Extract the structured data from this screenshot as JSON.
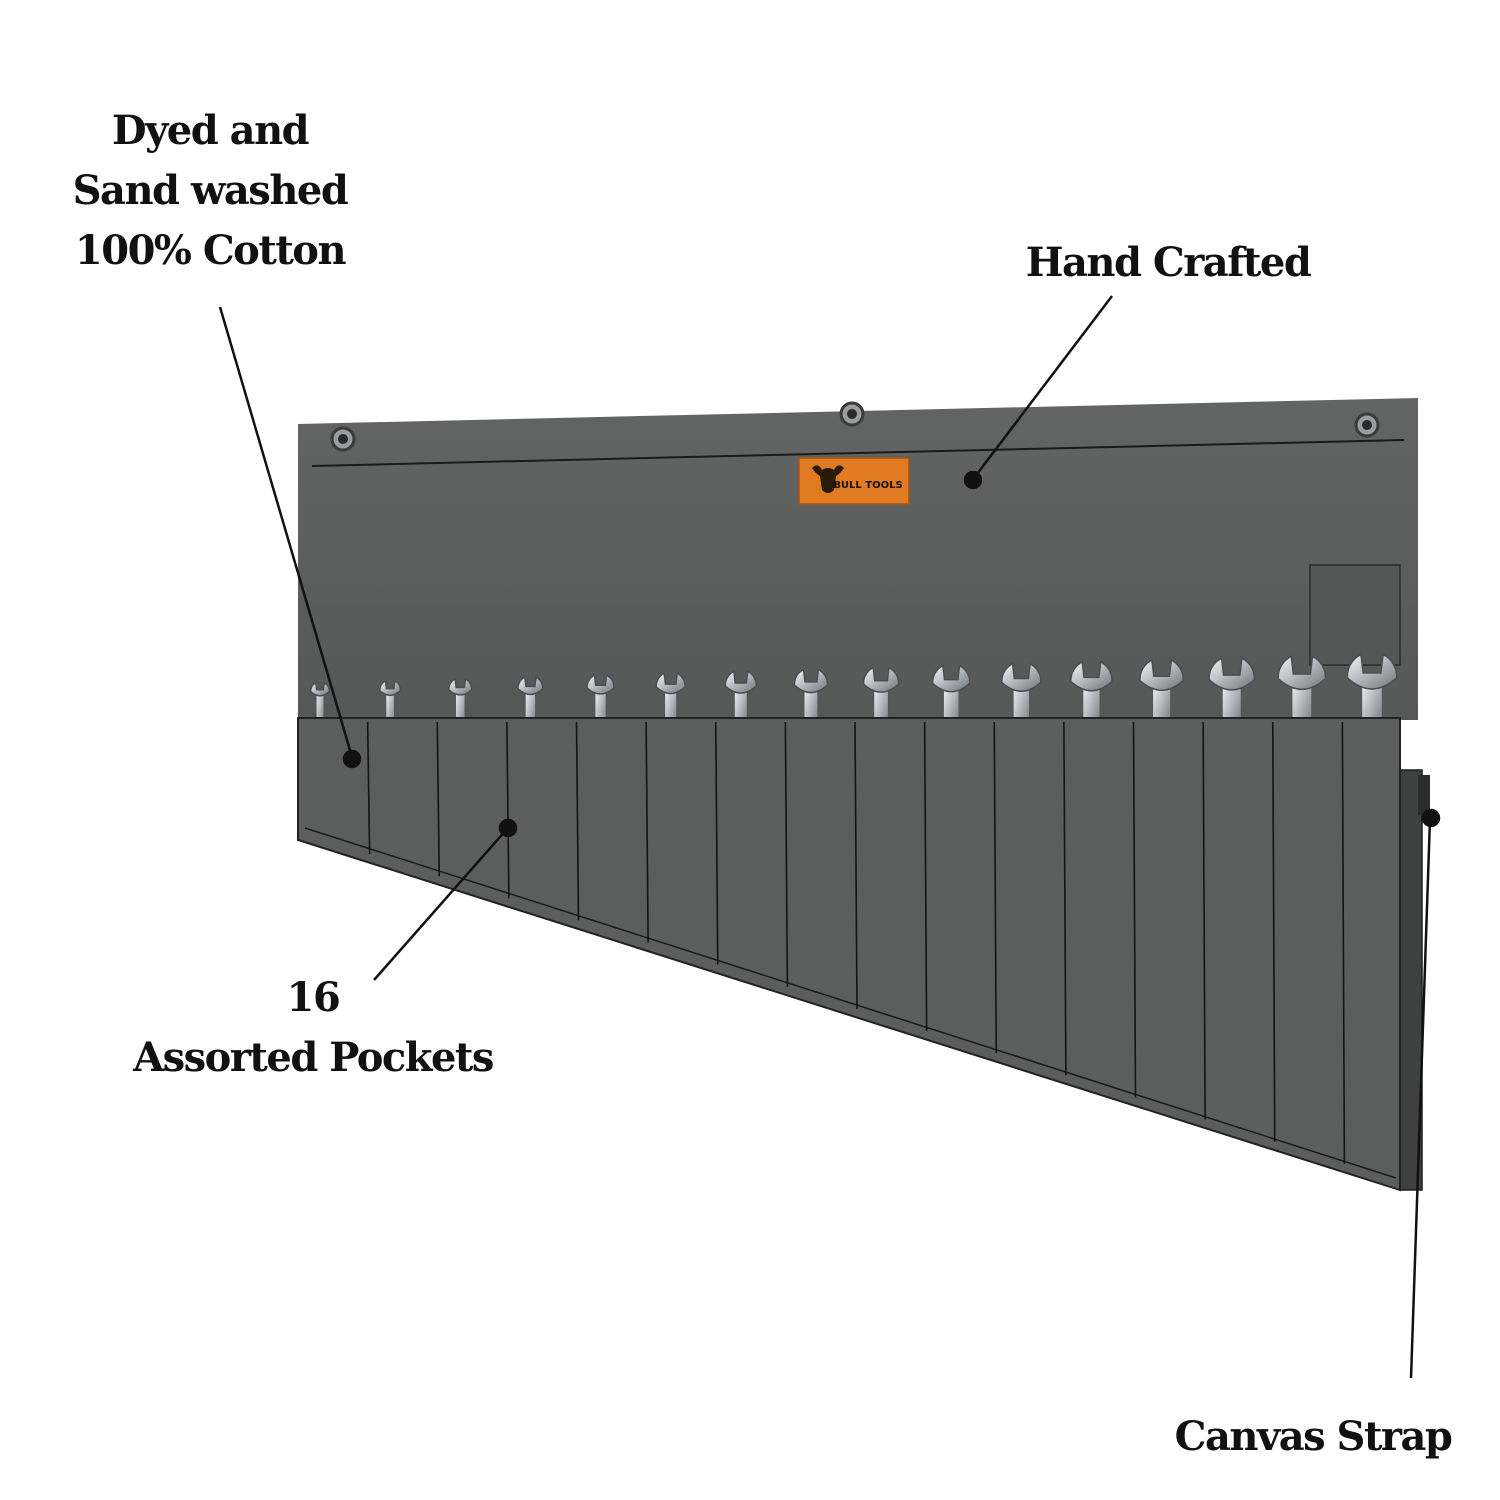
{
  "callouts": {
    "cotton": {
      "lines": [
        "Dyed and",
        "Sand washed",
        "100% Cotton"
      ]
    },
    "hand_crafted": {
      "label": "Hand Crafted"
    },
    "pockets": {
      "lines": [
        "16",
        "Assorted Pockets"
      ]
    },
    "strap": {
      "label": "Canvas Strap"
    }
  },
  "product": {
    "brand_label_text": "BULL TOOLS",
    "pocket_count": 16,
    "wrench_count": 16,
    "grommet_count": 3
  },
  "colors": {
    "canvas": "#5e6060",
    "canvas_dark": "#505252",
    "stitch": "#111111",
    "brand_label": "#e07b24",
    "chrome": "#c9cccf",
    "text": "#111111"
  }
}
